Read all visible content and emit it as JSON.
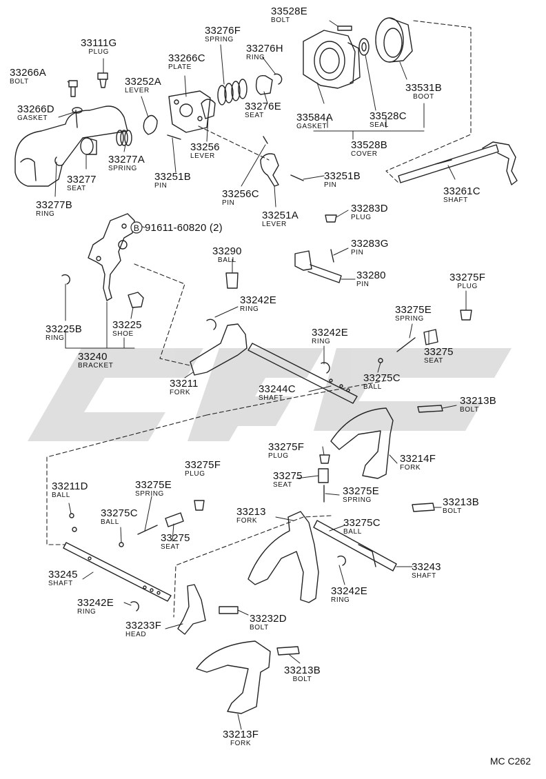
{
  "diagram_code": "MC C262",
  "watermark": "cps",
  "callouts": [
    {
      "id": "33528E",
      "number": "33528E",
      "name": "BOLT"
    },
    {
      "id": "33276F",
      "number": "33276F",
      "name": "SPRING"
    },
    {
      "id": "33111G",
      "number": "33111G",
      "name": "PLUG"
    },
    {
      "id": "33266C",
      "number": "33266C",
      "name": "PLATE"
    },
    {
      "id": "33276H",
      "number": "33276H",
      "name": "RING"
    },
    {
      "id": "33266A",
      "number": "33266A",
      "name": "BOLT"
    },
    {
      "id": "33252A",
      "number": "33252A",
      "name": "LEVER"
    },
    {
      "id": "33531B",
      "number": "33531B",
      "name": "BOOT"
    },
    {
      "id": "33276E",
      "number": "33276E",
      "name": "SEAT"
    },
    {
      "id": "33266D",
      "number": "33266D",
      "name": "GASKET"
    },
    {
      "id": "33584A",
      "number": "33584A",
      "name": "GASKET"
    },
    {
      "id": "33528C",
      "number": "33528C",
      "name": "SEAL"
    },
    {
      "id": "33256",
      "number": "33256",
      "name": "LEVER"
    },
    {
      "id": "33528B",
      "number": "33528B",
      "name": "COVER"
    },
    {
      "id": "33277A",
      "number": "33277A",
      "name": "SPRING"
    },
    {
      "id": "33251B-a",
      "number": "33251B",
      "name": "PIN"
    },
    {
      "id": "33251B-b",
      "number": "33251B",
      "name": "PIN"
    },
    {
      "id": "33277",
      "number": "33277",
      "name": "SEAT"
    },
    {
      "id": "33261C",
      "number": "33261C",
      "name": "SHAFT"
    },
    {
      "id": "33256C",
      "number": "33256C",
      "name": "PIN"
    },
    {
      "id": "33277B",
      "number": "33277B",
      "name": "RING"
    },
    {
      "id": "33283D",
      "number": "33283D",
      "name": "PLUG"
    },
    {
      "id": "33251A",
      "number": "33251A",
      "name": "LEVER"
    },
    {
      "id": "91611",
      "number": "91611-60820 (2)",
      "name": "",
      "badge": "B"
    },
    {
      "id": "33290",
      "number": "33290",
      "name": "BALL"
    },
    {
      "id": "33283G",
      "number": "33283G",
      "name": "PIN"
    },
    {
      "id": "33280",
      "number": "33280",
      "name": "PIN"
    },
    {
      "id": "33275F-a",
      "number": "33275F",
      "name": "PLUG"
    },
    {
      "id": "33242E-a",
      "number": "33242E",
      "name": "RING"
    },
    {
      "id": "33275E-a",
      "number": "33275E",
      "name": "SPRING"
    },
    {
      "id": "33225B",
      "number": "33225B",
      "name": "RING"
    },
    {
      "id": "33225",
      "number": "33225",
      "name": "SHOE"
    },
    {
      "id": "33242E-b",
      "number": "33242E",
      "name": "RING"
    },
    {
      "id": "33240",
      "number": "33240",
      "name": "BRACKET"
    },
    {
      "id": "33275-a",
      "number": "33275",
      "name": "SEAT"
    },
    {
      "id": "33211",
      "number": "33211",
      "name": "FORK"
    },
    {
      "id": "33275C-a",
      "number": "33275C",
      "name": "BALL"
    },
    {
      "id": "33244C",
      "number": "33244C",
      "name": "SHAFT"
    },
    {
      "id": "33213B-a",
      "number": "33213B",
      "name": "BOLT"
    },
    {
      "id": "33275F-b",
      "number": "33275F",
      "name": "PLUG"
    },
    {
      "id": "33214F",
      "number": "33214F",
      "name": "FORK"
    },
    {
      "id": "33275F-c",
      "number": "33275F",
      "name": "PLUG"
    },
    {
      "id": "33275-b",
      "number": "33275",
      "name": "SEAT"
    },
    {
      "id": "33211D",
      "number": "33211D",
      "name": "BALL"
    },
    {
      "id": "33275E-b",
      "number": "33275E",
      "name": "SPRING"
    },
    {
      "id": "33275E-c",
      "number": "33275E",
      "name": "SPRING"
    },
    {
      "id": "33213B-b",
      "number": "33213B",
      "name": "BOLT"
    },
    {
      "id": "33213",
      "number": "33213",
      "name": "FORK"
    },
    {
      "id": "33275C-b",
      "number": "33275C",
      "name": "BALL"
    },
    {
      "id": "33275C-c",
      "number": "33275C",
      "name": "BALL"
    },
    {
      "id": "33275-c",
      "number": "33275",
      "name": "SEAT"
    },
    {
      "id": "33243",
      "number": "33243",
      "name": "SHAFT"
    },
    {
      "id": "33245",
      "number": "33245",
      "name": "SHAFT"
    },
    {
      "id": "33242E-c",
      "number": "33242E",
      "name": "RING"
    },
    {
      "id": "33242E-d",
      "number": "33242E",
      "name": "RING"
    },
    {
      "id": "33233F",
      "number": "33233F",
      "name": "HEAD"
    },
    {
      "id": "33232D",
      "number": "33232D",
      "name": "BOLT"
    },
    {
      "id": "33213B-c",
      "number": "33213B",
      "name": "BOLT"
    },
    {
      "id": "33213F",
      "number": "33213F",
      "name": "FORK"
    }
  ]
}
